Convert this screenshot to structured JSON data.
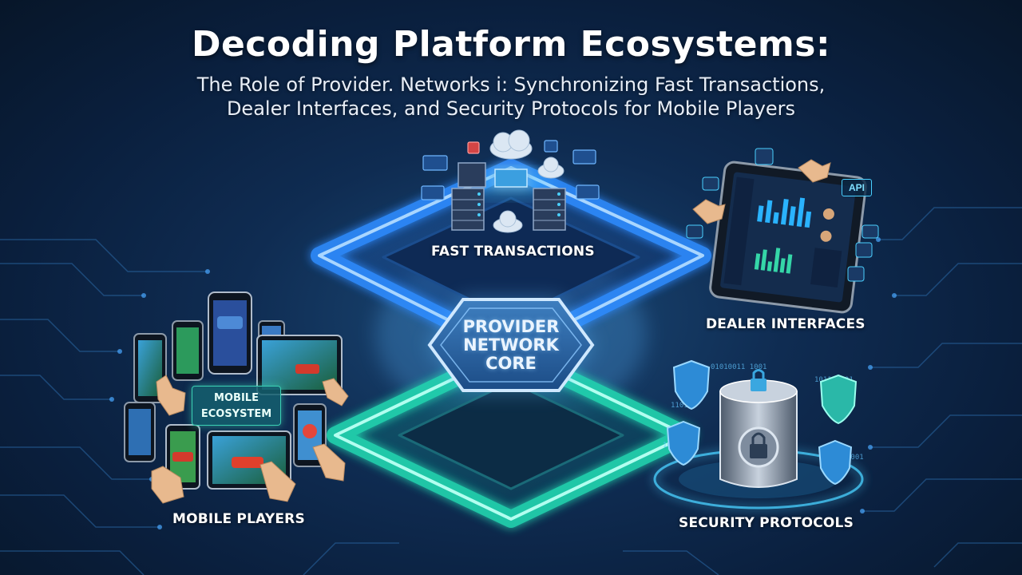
{
  "title": "Decoding Platform Ecosystems:",
  "subtitle_line1": "The Role of Provider. Networks i: Synchronizing Fast Transactions,",
  "subtitle_line2": "Dealer Interfaces, and Security Protocols for Mobile Players",
  "core": {
    "line1": "PROVIDER",
    "line2": "NETWORK",
    "line3": "CORE"
  },
  "labels": {
    "fast_transactions": "FAST TRANSACTIONS",
    "dealer_interfaces": "DEALER INTERFACES",
    "security_protocols": "SECURITY PROTOCOLS",
    "mobile_players": "MOBILE PLAYERS"
  },
  "mobile_ecosystem": {
    "line1": "MOBILE",
    "line2": "ECOSYSTEM"
  },
  "api_label": "API",
  "colors": {
    "blue_loop": "#2f8cff",
    "teal_loop": "#23d6b0",
    "background": "#0f2c52",
    "accent_cyan": "#4ad0ff"
  }
}
